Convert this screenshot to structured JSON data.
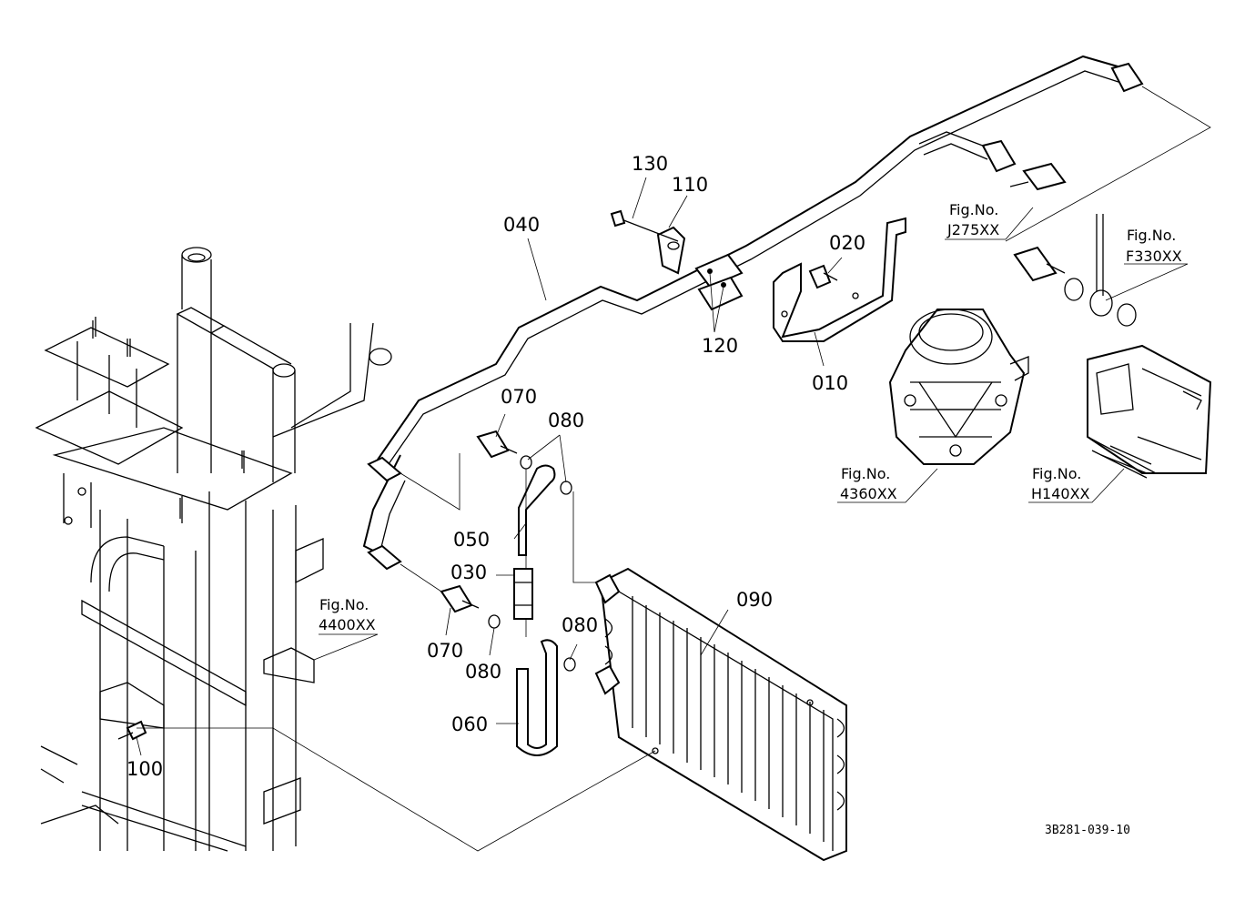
{
  "callouts": {
    "c010": "010",
    "c020": "020",
    "c030": "030",
    "c040": "040",
    "c050": "050",
    "c060": "060",
    "c070a": "070",
    "c070b": "070",
    "c080a": "080",
    "c080b": "080",
    "c080c": "080",
    "c090": "090",
    "c100": "100",
    "c110": "110",
    "c120": "120",
    "c130": "130"
  },
  "figrefs": {
    "j275": {
      "line1": "Fig.No.",
      "line2": "J275XX"
    },
    "f330": {
      "line1": "Fig.No.",
      "line2": "F330XX"
    },
    "f4360": {
      "line1": "Fig.No.",
      "line2": "4360XX"
    },
    "h140": {
      "line1": "Fig.No.",
      "line2": "H140XX"
    },
    "f4400": {
      "line1": "Fig.No.",
      "line2": "4400XX"
    }
  },
  "drawing_code": "3B281-039-10"
}
